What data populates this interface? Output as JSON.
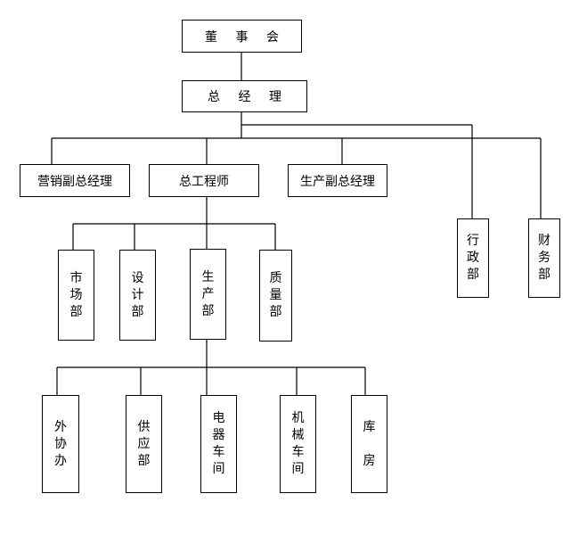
{
  "org_chart": {
    "board": "董 事 会",
    "general_manager": "总 经 理",
    "deputy_sales": "营销副总经理",
    "chief_engineer": "总工程师",
    "deputy_production": "生产副总经理",
    "admin_dept": "行政部",
    "finance_dept": "财务部",
    "market_dept": "市场部",
    "design_dept": "设计部",
    "production_dept": "生产部",
    "quality_dept": "质量部",
    "outsourcing_office": "外协办",
    "supply_dept": "供应部",
    "electrical_workshop": "电器车间",
    "machinery_workshop": "机械车间",
    "warehouse": "库\n\n房"
  }
}
